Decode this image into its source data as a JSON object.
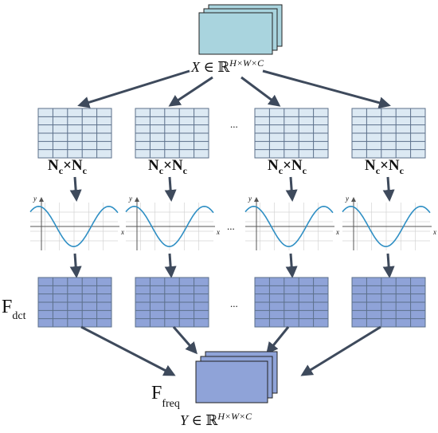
{
  "input": {
    "label_var": "X",
    "label_in": " ∈ ",
    "label_set": "ℝ",
    "label_sup": "H×W×C"
  },
  "output": {
    "label_var": "Y",
    "label_in": " ∈ ",
    "label_set": "ℝ",
    "label_sup": "H×W×C"
  },
  "patch_label": {
    "main": "N",
    "sub": "c",
    "times": "×"
  },
  "ellipsis": "...",
  "axis": {
    "x": "x",
    "y": "y"
  },
  "f_dct": {
    "main": "F",
    "sub": "dct"
  },
  "f_freq": {
    "main": "F",
    "sub": "freq"
  },
  "colors": {
    "input_tensor": "#a9d4de",
    "grid_light": "#dce9f3",
    "grid_dark": "#8fa3d8",
    "output_tensor": "#8fa3d8",
    "arrow": "#3e4a5c",
    "sine": "#2f8fc4",
    "grid_border": "#5b6f8a"
  }
}
